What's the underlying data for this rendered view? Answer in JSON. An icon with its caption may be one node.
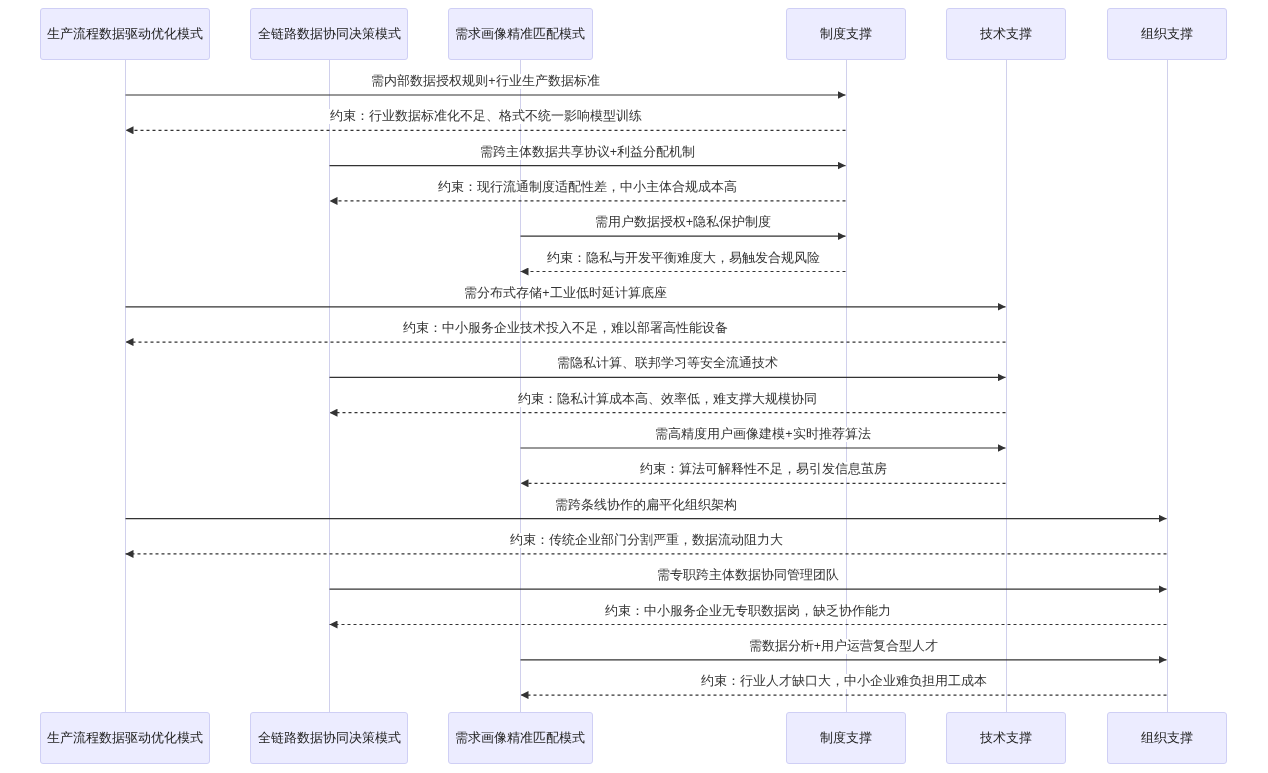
{
  "diagram": {
    "nodes": [
      {
        "text": [
          "生产流程数据驱动优化模式"
        ]
      },
      {
        "text": [
          "全链路数据协同决策模式"
        ]
      },
      {
        "text": [
          "需求画像精准匹配模式"
        ]
      },
      {
        "text": [
          "制度支撑"
        ]
      },
      {
        "text": [
          "技术支撑"
        ]
      },
      {
        "text": [
          "组织支撑"
        ]
      },
      {
        "text": [
          "生产流程数据驱动优化模式"
        ]
      },
      {
        "text": [
          "全链路数据协同决策模式"
        ]
      },
      {
        "text": [
          "需求画像精准匹配模式"
        ]
      },
      {
        "text": [
          "制度支撑"
        ]
      },
      {
        "text": [
          "技术支撑"
        ]
      },
      {
        "text": [
          "组织支撑"
        ]
      },
      {
        "text": [],
        "shape": "bar"
      },
      {
        "text": [],
        "shape": "bar"
      },
      {
        "text": [],
        "shape": "bar"
      },
      {
        "text": [],
        "shape": "bar"
      },
      {
        "text": [],
        "shape": "bar"
      },
      {
        "text": [],
        "shape": "bar"
      }
    ],
    "edges": [
      {
        "from": 12,
        "to": 15,
        "arrow": "to",
        "label": "需内部数据授权规则+行业生产数据标准"
      },
      {
        "from": 15,
        "to": 12,
        "arrow": "to",
        "style": "dashed",
        "label": "约束：行业数据标准化不足、格式不统一影响模型训练"
      },
      {
        "from": 13,
        "to": 15,
        "arrow": "to",
        "label": "需跨主体数据共享协议+利益分配机制"
      },
      {
        "from": 15,
        "to": 13,
        "arrow": "to",
        "style": "dashed",
        "label": "约束：现行流通制度适配性差，中小主体合规成本高"
      },
      {
        "from": 14,
        "to": 15,
        "arrow": "to",
        "label": "需用户数据授权+隐私保护制度"
      },
      {
        "from": 15,
        "to": 14,
        "arrow": "to",
        "style": "dashed",
        "label": "约束：隐私与开发平衡难度大，易触发合规风险"
      },
      {
        "from": 12,
        "to": 16,
        "arrow": "to",
        "label": "需分布式存储+工业低时延计算底座"
      },
      {
        "from": 16,
        "to": 12,
        "arrow": "to",
        "style": "dashed",
        "label": "约束：中小服务企业技术投入不足，难以部署高性能设备"
      },
      {
        "from": 13,
        "to": 16,
        "arrow": "to",
        "label": "需隐私计算、联邦学习等安全流通技术"
      },
      {
        "from": 16,
        "to": 13,
        "arrow": "to",
        "style": "dashed",
        "label": "约束：隐私计算成本高、效率低，难支撑大规模协同"
      },
      {
        "from": 14,
        "to": 16,
        "arrow": "to",
        "label": "需高精度用户画像建模+实时推荐算法"
      },
      {
        "from": 16,
        "to": 14,
        "arrow": "to",
        "style": "dashed",
        "label": "约束：算法可解释性不足，易引发信息茧房"
      },
      {
        "from": 12,
        "to": 17,
        "arrow": "to",
        "label": "需跨条线协作的扁平化组织架构"
      },
      {
        "from": 17,
        "to": 12,
        "arrow": "to",
        "style": "dashed",
        "label": "约束：传统企业部门分割严重，数据流动阻力大"
      },
      {
        "from": 13,
        "to": 17,
        "arrow": "to",
        "label": "需专职跨主体数据协同管理团队"
      },
      {
        "from": 17,
        "to": 13,
        "arrow": "to",
        "style": "dashed",
        "label": "约束：中小服务企业无专职数据岗，缺乏协作能力"
      },
      {
        "from": 14,
        "to": 17,
        "arrow": "to",
        "label": "需数据分析+用户运营复合型人才"
      },
      {
        "from": 17,
        "to": 14,
        "arrow": "to",
        "style": "dashed",
        "label": "约束：行业人才缺口大，中小企业难负担用工成本"
      }
    ]
  }
}
